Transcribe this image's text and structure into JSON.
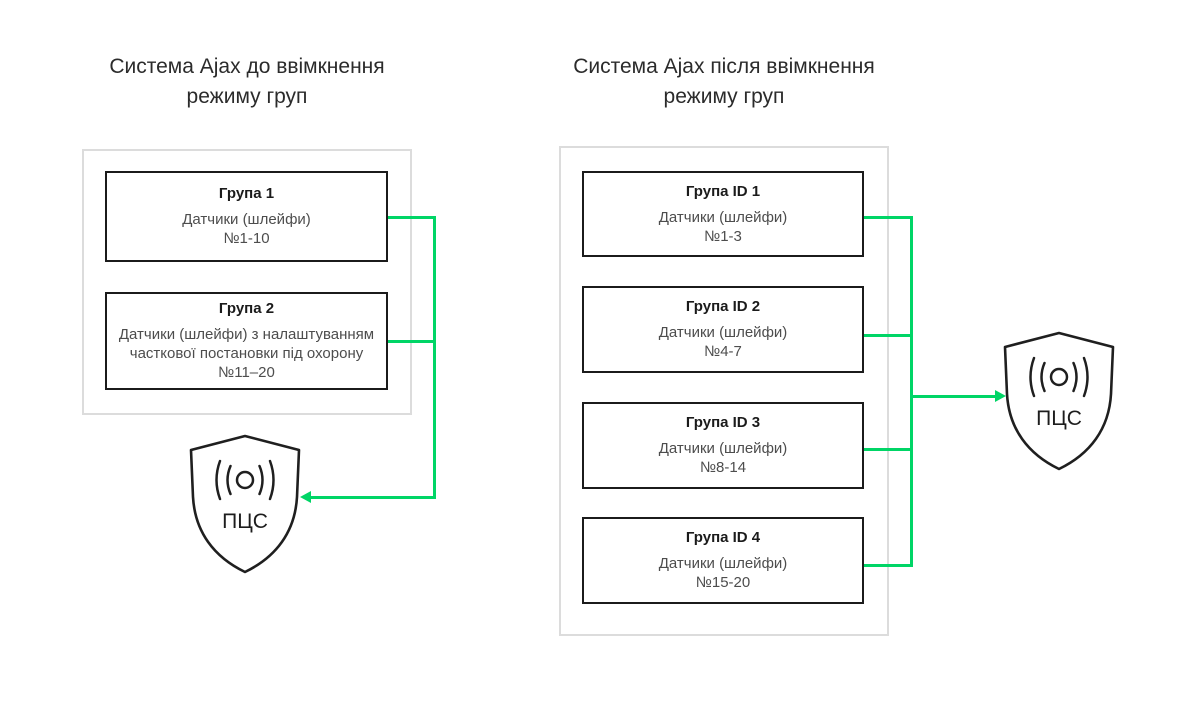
{
  "colors": {
    "accent_green": "#00d566",
    "box_border": "#1b1b1b",
    "frame_border": "#dcdcdc",
    "title_text": "#2b2b2b",
    "body_text": "#4d4d4d"
  },
  "left": {
    "title": "Система Ajax до ввімкнення\nрежиму груп",
    "groups": [
      {
        "title": "Група 1",
        "body": "Датчики (шлейфи)\n№1-10"
      },
      {
        "title": "Група 2",
        "body": "Датчики (шлейфи) з налаштуванням\nчасткової постановки під охорону\n№11–20"
      }
    ],
    "shield_label": "ПЦС"
  },
  "right": {
    "title": "Система Ajax після ввімкнення\nрежиму груп",
    "groups": [
      {
        "title": "Група ID 1",
        "body": "Датчики (шлейфи)\n№1-3"
      },
      {
        "title": "Група ID 2",
        "body": "Датчики (шлейфи)\n№4-7"
      },
      {
        "title": "Група ID 3",
        "body": "Датчики (шлейфи)\n№8-14"
      },
      {
        "title": "Група ID 4",
        "body": "Датчики (шлейфи)\n№15-20"
      }
    ],
    "shield_label": "ПЦС"
  }
}
